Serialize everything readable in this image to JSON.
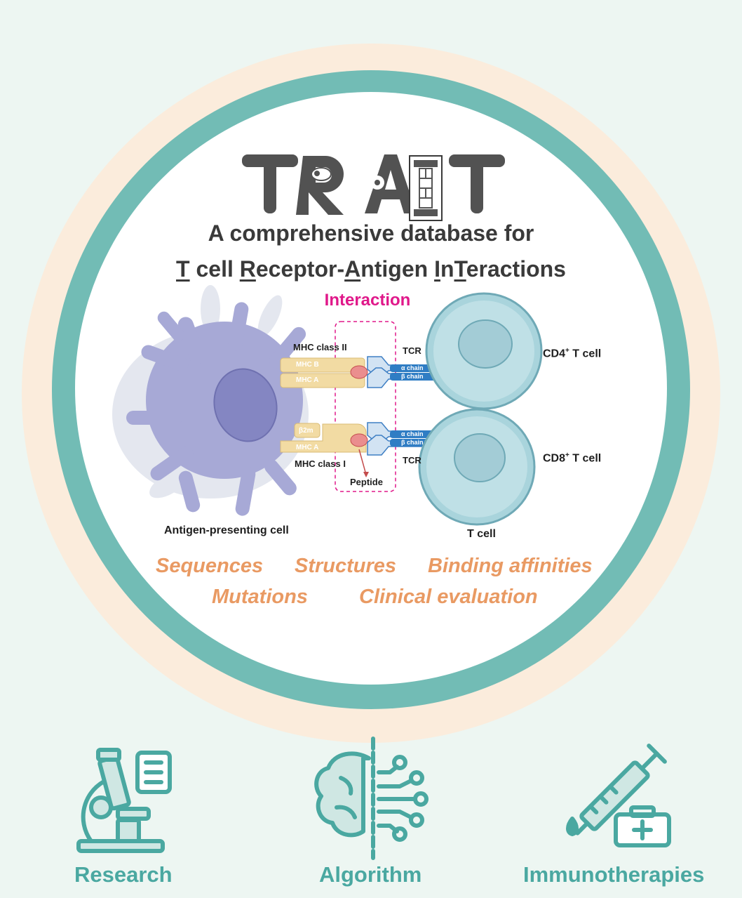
{
  "logo": {
    "text": "TRAIT",
    "accent_letter_index": 3
  },
  "subtitle": {
    "line1": "A comprehensive database for",
    "line2_parts": [
      {
        "text": "T",
        "underline": true
      },
      {
        "text": " cell ",
        "underline": false
      },
      {
        "text": "R",
        "underline": true
      },
      {
        "text": "eceptor-",
        "underline": false
      },
      {
        "text": "A",
        "underline": true
      },
      {
        "text": "ntigen ",
        "underline": false
      },
      {
        "text": "I",
        "underline": true
      },
      {
        "text": "n",
        "underline": false
      },
      {
        "text": "T",
        "underline": true
      },
      {
        "text": "eractions",
        "underline": false
      }
    ]
  },
  "diagram": {
    "interaction": "Interaction",
    "mhc_class_ii": "MHC class II",
    "mhc_class_i": "MHC class I",
    "mhc_b": "MHC B",
    "mhc_a_top": "MHC A",
    "mhc_a_bottom": "MHC A",
    "b2m": "β2m",
    "tcr_top": "TCR",
    "tcr_bottom": "TCR",
    "alpha_chain_top": "α chain",
    "beta_chain_top": "β chain",
    "alpha_chain_bottom": "α chain",
    "beta_chain_bottom": "β chain",
    "peptide": "Peptide",
    "cd4_prefix": "CD4",
    "cd4_sup": "+",
    "cd4_suffix": " T cell",
    "cd8_prefix": "CD8",
    "cd8_sup": "+",
    "cd8_suffix": " T cell",
    "apc": "Antigen-presenting cell",
    "t_cell": "T cell"
  },
  "features": {
    "sequences": "Sequences",
    "structures": "Structures",
    "binding": "Binding affinities",
    "mutations": "Mutations",
    "clinical": "Clinical evaluation"
  },
  "applications": {
    "research": "Research",
    "algorithm": "Algorithm",
    "immunotherapies": "Immunotherapies"
  },
  "colors": {
    "outer_ring": "#fbecdc",
    "teal_ring": "#72bcb5",
    "inner_circle": "#ffffff",
    "background": "#edf6f2",
    "feature_text": "#e99a63",
    "interaction_text": "#e0188a",
    "icon_teal": "#4aa8a1"
  }
}
